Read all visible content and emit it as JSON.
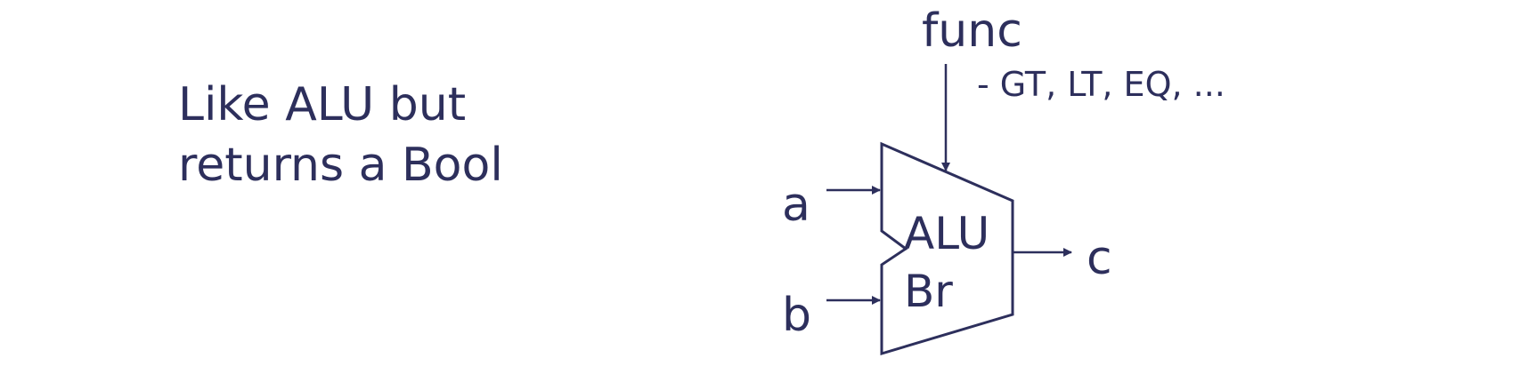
{
  "description": {
    "line1": "Like ALU but",
    "line2": "returns a Bool"
  },
  "diagram": {
    "control_input": "func",
    "control_note": "- GT, LT, EQ, ...",
    "block_label_top": "ALU",
    "block_label_bottom": "Br",
    "input_a": "a",
    "input_b": "b",
    "output": "c",
    "stroke_color": "#2d2f5c"
  }
}
